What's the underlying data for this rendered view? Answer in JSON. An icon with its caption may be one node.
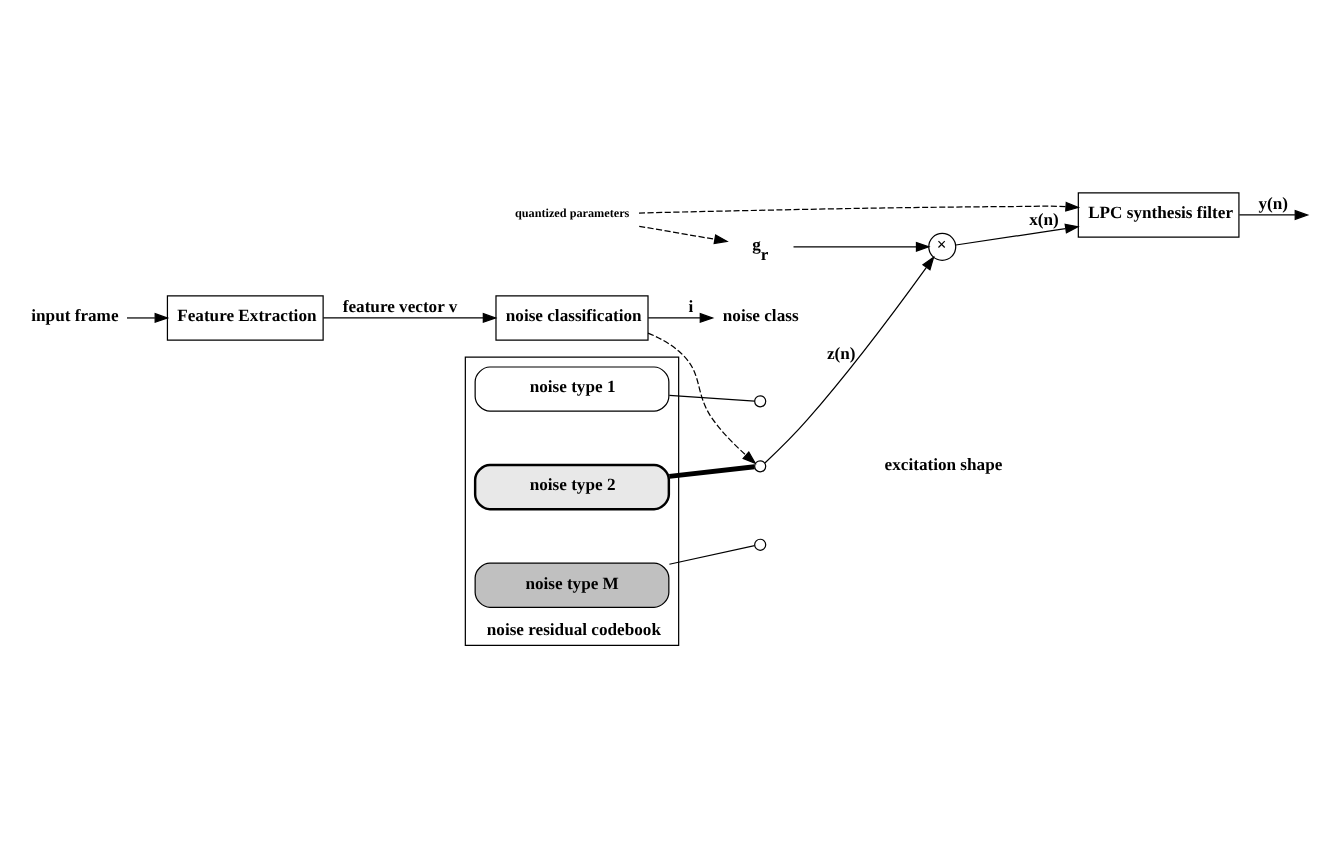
{
  "diagram": {
    "nodes": [
      {
        "text": [
          "input frame"
        ]
      },
      {
        "text": [
          "Feature Extraction"
        ]
      },
      {
        "text": [
          "noise classification"
        ]
      },
      {
        "text": [
          "noise class"
        ]
      },
      {
        "text": [
          "noise residual codebook"
        ]
      },
      {
        "text": [
          "noise type 1"
        ],
        "in": 4
      },
      {
        "text": [
          "noise type 2"
        ],
        "in": 4
      },
      {
        "text": [
          "noise type M"
        ],
        "in": 4
      },
      {
        "text": [],
        "shape": "circle"
      },
      {
        "text": [],
        "shape": "circle"
      },
      {
        "text": [],
        "shape": "circle"
      },
      {
        "text": [
          "×"
        ]
      },
      {
        "text": [
          "LPC synthesis filter"
        ]
      },
      {
        "text": [
          "g$_{r}$"
        ]
      },
      {
        "text": [
          "quantized parameters"
        ]
      }
    ],
    "edges": [
      {
        "from": 0,
        "to": 1,
        "arrow": "to"
      },
      {
        "from": 1,
        "to": 2,
        "label": "feature vector v",
        "arrow": "to"
      },
      {
        "from": 2,
        "to": 3,
        "label": "i",
        "arrow": "to"
      },
      {
        "from": 2,
        "to": 9,
        "arrow": "to",
        "style": "dashed"
      },
      {
        "from": 5,
        "to": 8,
        "arrow": "none"
      },
      {
        "from": 6,
        "to": 9,
        "arrow": "none",
        "style": "thick"
      },
      {
        "from": 7,
        "to": 10,
        "arrow": "none"
      },
      {
        "from": 9,
        "to": 11,
        "label": "z(n)",
        "arrow": "to"
      },
      {
        "from": 11,
        "to": 12,
        "label": "x(n)",
        "arrow": "to"
      },
      {
        "from": 12,
        "to": null,
        "label": "y(n)",
        "arrow": "to"
      },
      {
        "from": 13,
        "to": 11,
        "arrow": "to"
      },
      {
        "from": 14,
        "to": 13,
        "arrow": "to",
        "style": "dashed"
      },
      {
        "from": 14,
        "to": 12,
        "arrow": "to",
        "style": "dashed"
      }
    ],
    "labels": [
      "excitation shape"
    ]
  }
}
